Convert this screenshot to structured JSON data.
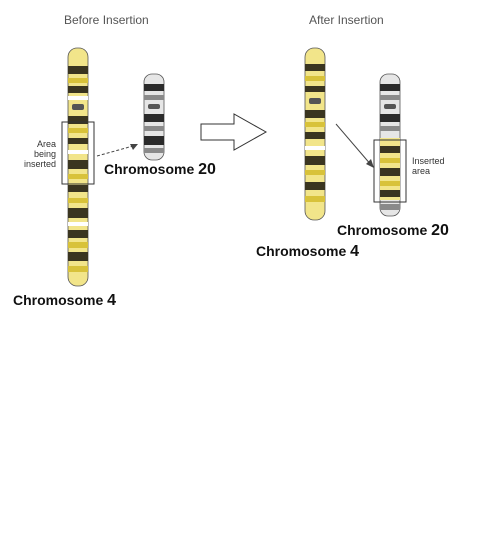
{
  "panels": {
    "before_title": "Before Insertion",
    "after_title": "After Insertion"
  },
  "labels": {
    "area_line1": "Area",
    "area_line2": "being",
    "area_line3": "inserted",
    "inserted_line1": "Inserted",
    "inserted_line2": "area"
  },
  "chromosomes": {
    "c20_name": "Chromosome",
    "c20_num": "20",
    "c4_name": "Chromosome",
    "c4_num": "4"
  },
  "colors": {
    "chr4_light": "#f2e58a",
    "chr4_mid": "#d8c23a",
    "chr4_dark": "#3a3520",
    "chr20_light": "#e6e6e6",
    "chr20_dark": "#2b2b2b",
    "line": "#444444"
  }
}
